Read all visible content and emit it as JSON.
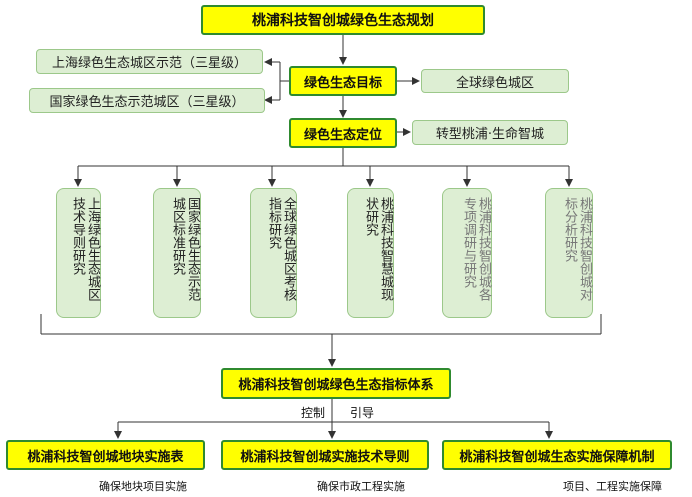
{
  "title": "桃浦科技智创城绿色生态规划",
  "goal": {
    "label": "绿色生态目标",
    "left_top": "上海绿色生态城区示范（三星级）",
    "left_bottom": "国家绿色生态示范城区（三星级）",
    "right": "全球绿色城区"
  },
  "positioning": {
    "label": "绿色生态定位",
    "right": "转型桃浦·生命智城"
  },
  "studies": [
    {
      "text": "上海绿色生态城区技术导则研究"
    },
    {
      "text": "国家绿色生态示范城区标准研究"
    },
    {
      "text": "全球绿色城区考核指标研究"
    },
    {
      "text": "桃浦科技智慧城现状研究"
    },
    {
      "text": "桃浦科技智创城各专项调研与研究"
    },
    {
      "text": "桃浦科技智创城对标分析研究"
    }
  ],
  "system": {
    "label": "桃浦科技智创城绿色生态指标体系",
    "control": "控制",
    "guide": "引导"
  },
  "outputs": [
    {
      "label": "桃浦科技智创城地块实施表",
      "caption": "确保地块项目实施"
    },
    {
      "label": "桃浦科技智创城实施技术导则",
      "caption": "确保市政工程实施"
    },
    {
      "label": "桃浦科技智创城生态实施保障机制",
      "caption": "项目、工程实施保障"
    }
  ],
  "colors": {
    "primary_fill": "#ffff00",
    "primary_border": "#2f8a2f",
    "secondary_fill": "#ddeed3",
    "secondary_border": "#9cc88a",
    "line": "#333333"
  }
}
